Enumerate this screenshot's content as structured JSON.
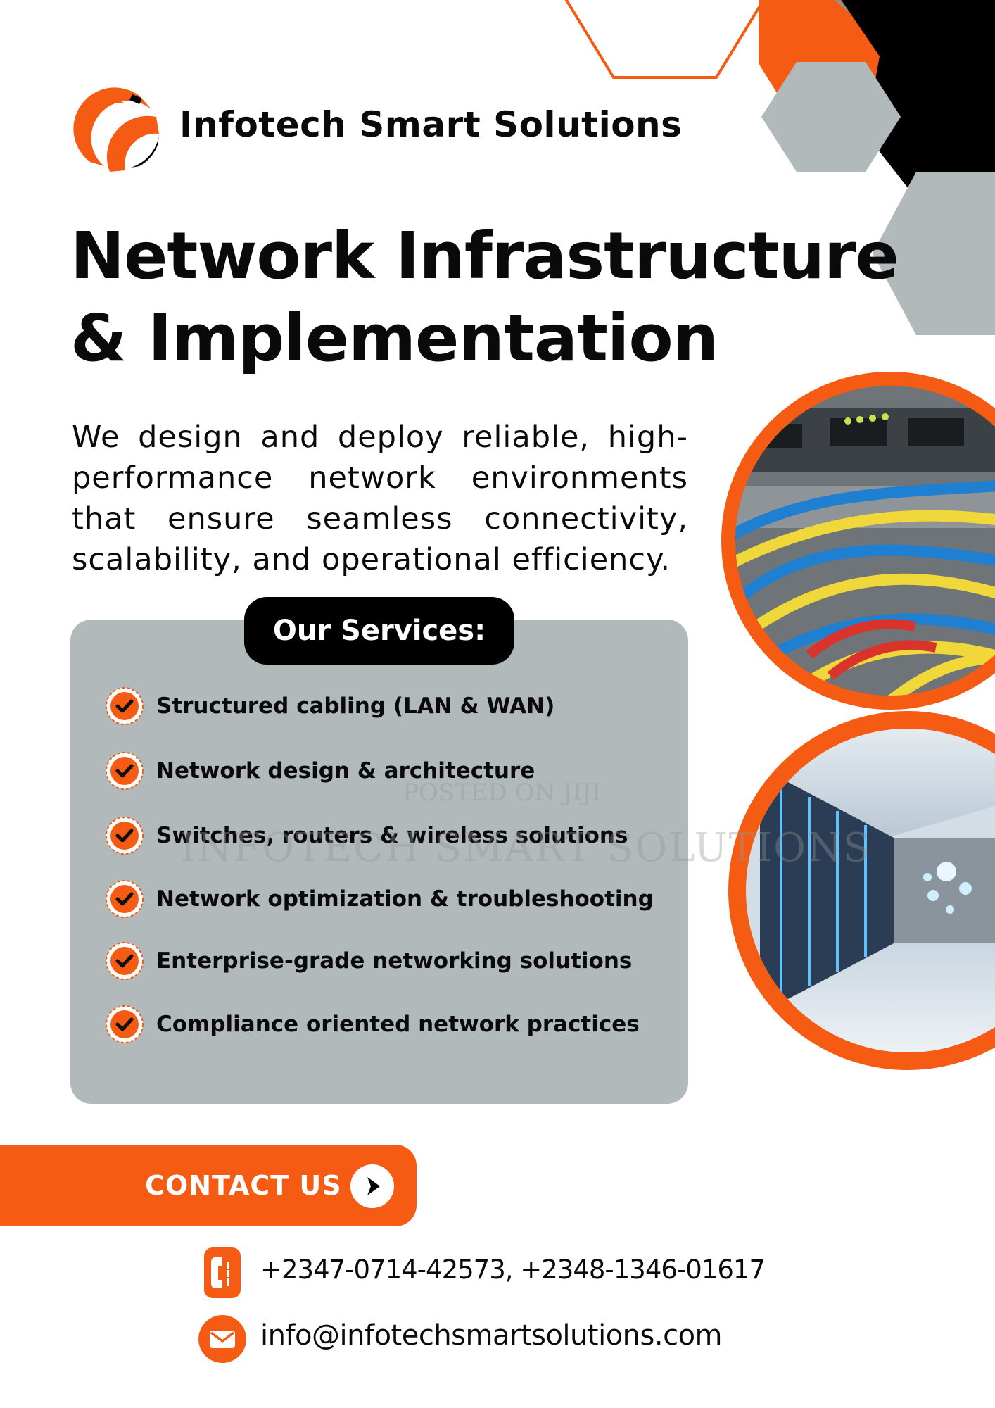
{
  "brand": {
    "name": "Infotech Smart Solutions",
    "logo_icon": "striped-orange-sphere-logo",
    "accent": "#f55b13",
    "dark": "#000000",
    "panel_grey": "#b1b9bb"
  },
  "headline": {
    "line1": "Network Infrastructure",
    "line2": "& Implementation"
  },
  "intro": "We design and deploy reliable, high-performance network environments that ensure seamless connectivity, scalability, and operational efficiency.",
  "services": {
    "title": "Our Services:",
    "bullet_icon": "orange-check-badge-icon",
    "items": [
      "Structured cabling (LAN & WAN)",
      "Network design & architecture",
      "Switches, routers & wireless solutions",
      "Network optimization & troubleshooting",
      "Enterprise-grade networking solutions",
      "Compliance oriented network practices"
    ]
  },
  "contact": {
    "button_label": "CONTACT US",
    "button_icon": "play-arrow-icon",
    "phone_icon": "phone-icon",
    "phone": "+2347-0714-42573, +2348-1346-01617",
    "email_icon": "envelope-icon",
    "email": "info@infotechsmartsolutions.com"
  },
  "watermark": {
    "line1": "POSTED ON JIJI",
    "line2": "INFOTECH SMART SOLUTIONS"
  },
  "images": {
    "top": "network-cables-photo",
    "bottom": "server-room-photo"
  }
}
